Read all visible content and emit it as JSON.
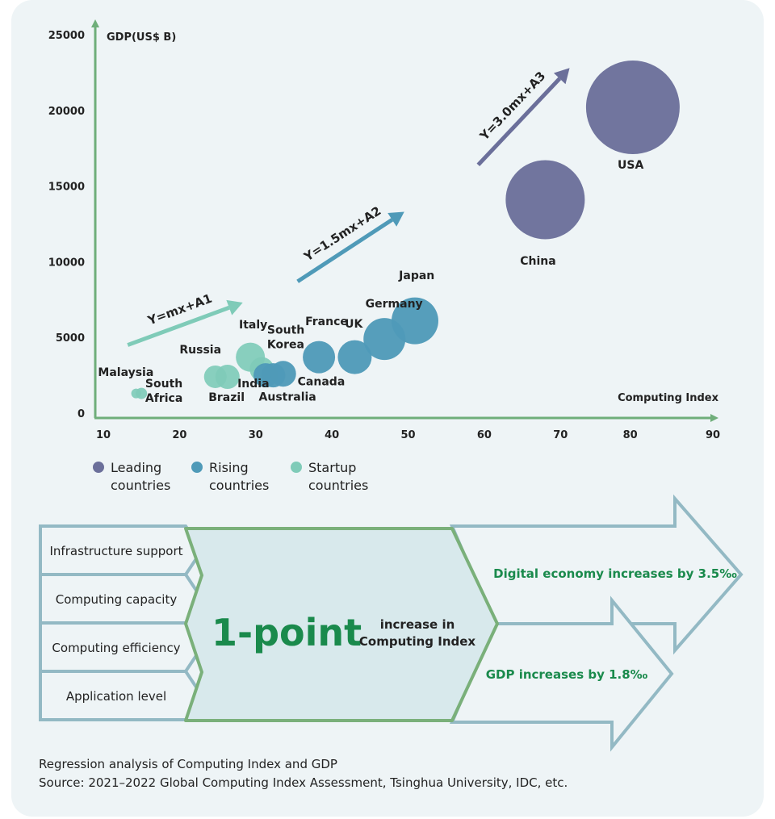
{
  "colors": {
    "leading": "#6b6f9a",
    "rising": "#4f9ab8",
    "startup": "#7fcbb8",
    "axis": "#6fae7a",
    "arrow_outline": "#93b9c4",
    "center_fill": "#d8e9ec",
    "center_stroke": "#7ab07a",
    "green_text": "#1a8a4c"
  },
  "chart_data": {
    "type": "scatter",
    "ylabel": "GDP(US$ B)",
    "xlabel": "Computing Index",
    "x_ticks": [
      "10",
      "20",
      "30",
      "40",
      "50",
      "60",
      "70",
      "80",
      "90"
    ],
    "y_ticks": [
      "0",
      "5000",
      "10000",
      "15000",
      "20000",
      "25000"
    ],
    "xlim": [
      10,
      90
    ],
    "ylim": [
      0,
      25000
    ],
    "legend_position": "bottom-left",
    "groups": [
      {
        "key": "leading",
        "name": "Leading countries",
        "line1": "Leading",
        "line2": "countries"
      },
      {
        "key": "rising",
        "name": "Rising countries",
        "line1": "Rising",
        "line2": "countries"
      },
      {
        "key": "startup",
        "name": "Startup countries",
        "line1": "Startup",
        "line2": "countries"
      }
    ],
    "points": [
      {
        "name": "Malaysia",
        "x": 14.3,
        "y": 1300,
        "group": "startup",
        "size": 6
      },
      {
        "name": "South Africa",
        "x": 15.0,
        "y": 1300,
        "group": "startup",
        "size": 7
      },
      {
        "name": "Russia",
        "x": 24.7,
        "y": 2400,
        "group": "startup",
        "size": 14
      },
      {
        "name": "Brazil",
        "x": 26.3,
        "y": 2400,
        "group": "startup",
        "size": 15
      },
      {
        "name": "Italy",
        "x": 29.3,
        "y": 3700,
        "group": "startup",
        "size": 18
      },
      {
        "name": "India",
        "x": 30.8,
        "y": 2900,
        "group": "startup",
        "size": 15
      },
      {
        "name": "",
        "x": 31.3,
        "y": 2500,
        "group": "rising",
        "size": 15
      },
      {
        "name": "Australia",
        "x": 32.3,
        "y": 2500,
        "group": "rising",
        "size": 15
      },
      {
        "name": "South Korea",
        "x": 33.6,
        "y": 2600,
        "group": "rising",
        "size": 16
      },
      {
        "name": "France",
        "x": 38.3,
        "y": 3700,
        "group": "rising",
        "size": 20
      },
      {
        "name": "Canada",
        "x": 38.3,
        "y": 3700,
        "group": "rising",
        "size": 0
      },
      {
        "name": "UK",
        "x": 43.0,
        "y": 3700,
        "group": "rising",
        "size": 21
      },
      {
        "name": "Germany",
        "x": 46.9,
        "y": 4900,
        "group": "rising",
        "size": 26
      },
      {
        "name": "Japan",
        "x": 50.9,
        "y": 6100,
        "group": "rising",
        "size": 29
      },
      {
        "name": "China",
        "x": 68.0,
        "y": 14100,
        "group": "leading",
        "size": 49
      },
      {
        "name": "USA",
        "x": 79.5,
        "y": 20200,
        "group": "leading",
        "size": 58
      }
    ],
    "labels": [
      {
        "text": "Malaysia",
        "x": 9.3,
        "y": 2450
      },
      {
        "text": "South",
        "x": 15.5,
        "y": 1700
      },
      {
        "text": "Africa",
        "x": 15.5,
        "y": 750
      },
      {
        "text": "Russia",
        "x": 20.0,
        "y": 3950
      },
      {
        "text": "Brazil",
        "x": 23.8,
        "y": 800
      },
      {
        "text": "Italy",
        "x": 27.8,
        "y": 5600
      },
      {
        "text": "South",
        "x": 31.5,
        "y": 5250
      },
      {
        "text": "Korea",
        "x": 31.5,
        "y": 4300
      },
      {
        "text": "India",
        "x": 27.6,
        "y": 1700
      },
      {
        "text": "Australia",
        "x": 30.4,
        "y": 820
      },
      {
        "text": "France",
        "x": 36.5,
        "y": 5800
      },
      {
        "text": "UK",
        "x": 41.7,
        "y": 5650
      },
      {
        "text": "Canada",
        "x": 35.5,
        "y": 1850
      },
      {
        "text": "Germany",
        "x": 44.4,
        "y": 6980
      },
      {
        "text": "Japan",
        "x": 48.8,
        "y": 8850
      },
      {
        "text": "China",
        "x": 64.7,
        "y": 9800
      },
      {
        "text": "USA",
        "x": 77.5,
        "y": 16150
      }
    ],
    "trend_lines": [
      {
        "label": "Y=mx+A1",
        "group": "startup",
        "from": [
          13.2,
          4500
        ],
        "to": [
          28.3,
          7300
        ]
      },
      {
        "label": "Y=1.5mx+A2",
        "group": "rising",
        "from": [
          35.5,
          8700
        ],
        "to": [
          49.5,
          13300
        ]
      },
      {
        "label": "Y=3.0mx+A3",
        "group": "leading",
        "from": [
          59.2,
          16400
        ],
        "to": [
          71.2,
          22800
        ]
      }
    ]
  },
  "diagram": {
    "factors": [
      "Infrastructure support",
      "Computing capacity",
      "Computing efficiency",
      "Application level"
    ],
    "center_big": "1-point",
    "center_small_line1": "increase in",
    "center_small_line2": "Computing Index",
    "result_top": "Digital economy increases by 3.5‰",
    "result_bottom": "GDP increases by 1.8‰"
  },
  "caption": {
    "line1": "Regression analysis of Computing Index and GDP",
    "line2": "Source: 2021–2022 Global Computing Index Assessment, Tsinghua University, IDC, etc."
  }
}
